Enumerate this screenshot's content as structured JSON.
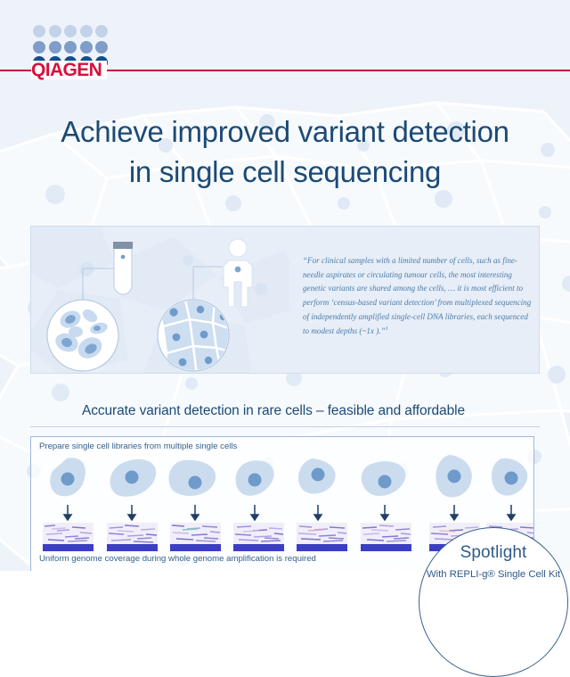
{
  "brand": {
    "name": "QIAGEN",
    "logo_dot_colors_row1": "#c3d2e8",
    "logo_dot_colors_row2": "#7e9dc8",
    "logo_dot_colors_row3": "#10508f",
    "wordmark_color": "#d6113e",
    "rule_color": "#c8103c",
    "heading_color": "#1c4a75"
  },
  "title": {
    "line1": "Achieve improved variant detection",
    "line2": "in single cell sequencing"
  },
  "hero": {
    "quote": "“For clinical samples with a limited number of cells, such as fine-needle aspirates or circulating tumour cells, the most interesting genetic variants are shared among the cells, … it is most efficient to perform ‘census-based variant detection’ from multiplexed sequencing of independently amplified single-cell DNA libraries, each sequenced to modest depths (~1x ).”",
    "quote_reference": "1",
    "illustration": {
      "tube_label": "blood-collection-tube",
      "person_label": "patient-figure",
      "magnifier_left_label": "circulating-cells-magnified",
      "magnifier_right_label": "tissue-cells-magnified"
    }
  },
  "section": {
    "heading": "Accurate variant detection in rare cells – feasible and affordable"
  },
  "workflow": {
    "top_label": "Prepare single cell libraries from multiple single cells",
    "bottom_label": "Uniform genome coverage during whole genome amplification is required",
    "cell_count": 8,
    "coverage_plot_count": 8,
    "cell_fill": "#ccdcef",
    "nucleus_fill": "#6f9bcb",
    "arrow_color": "#1f3f66"
  },
  "spotlight": {
    "title": "Spotlight",
    "subtitle": "With REPLI-g® Single Cell Kit"
  }
}
